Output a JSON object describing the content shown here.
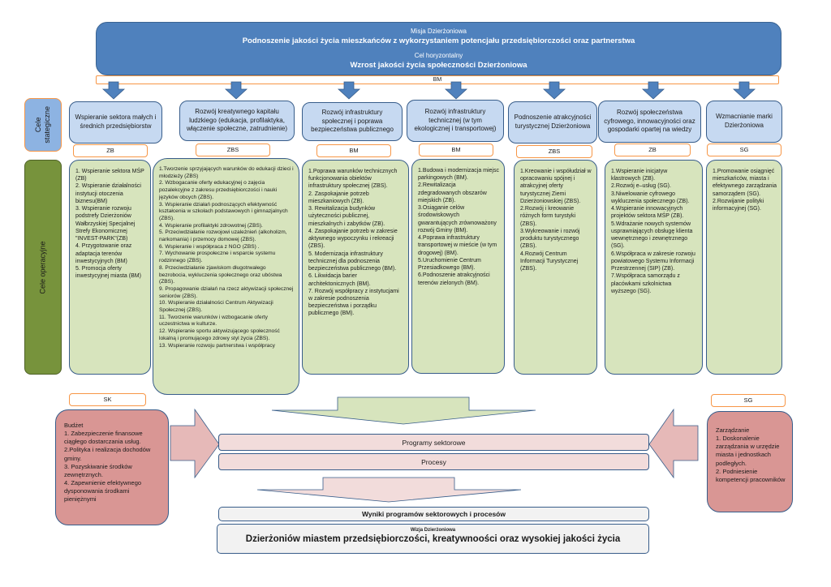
{
  "mission": {
    "label": "Misja Dzierżoniowa",
    "text": "Podnoszenie jakości życia  mieszkańców z wykorzystaniem potencjału przedsiębiorczości oraz partnerstwa",
    "horizontal_label": "Cel horyzontalny",
    "horizontal_text": "Wzrost jakości życia społeczności Dzierżoniowa"
  },
  "mission_tag": "BM",
  "side_labels": {
    "strategic": "Cele\nstategiczne",
    "operational": "Cele operacyjne"
  },
  "strategic_goals": [
    {
      "title": "Wspieranie sektora małych i średnich przedsiębiorstw",
      "tag": "ZB"
    },
    {
      "title": "Rozwój kreatywnego kapitału ludzkiego (edukacja, profilaktyka, włączenie społeczne, zatrudnienie)",
      "tag": "ZBS"
    },
    {
      "title": "Rozwój infrastruktury społecznej i poprawa bezpieczeństwa publicznego",
      "tag": "BM"
    },
    {
      "title": "Rozwój infrastruktury technicznej (w tym ekologicznej i transportowej)",
      "tag": "BM"
    },
    {
      "title": "Podnoszenie atrakcyjności turystycznej Dzierżoniowa",
      "tag": "ZBS"
    },
    {
      "title": "Rozwój społeczeństwa cyfrowego, innowacyjności oraz gospodarki opartej na wiedzy",
      "tag": "ZB"
    },
    {
      "title": "Wzmacnianie marki Dzierżoniowa",
      "tag": "SG"
    }
  ],
  "operational_goals": [
    "1. Wspieranie sektora MŚP (ZB)\n2. Wspieranie działalności instytucji otoczenia biznesu(BM)\n3. Wspieranie rozwoju podstrefy Dzierżoniów Wałbrzyskiej Specjalnej Strefy Ekonomicznej \"INVEST-PARK\"(ZB)\n4. Przygotowanie oraz adaptacja terenów inwestycyjnych (BM)\n5. Promocja oferty inwestycyjnej miasta (BM)",
    "1.Tworzenie sprzyjających warunków do edukacji dzieci i młodzieży (ZBS)\n2. Wzbogacanie oferty edukacyjnej o zajęcia pozalekcyjne z zakresu przedsiębiorczości i nauki języków obcych (ZBS).\n3. Wspieranie działań podnoszących efektywność kształcenia w szkołach podstawowych i gimnazjalnych (ZBS).\n4.  Wspieranie profilaktyki zdrowotnej (ZBS).\n5. Przeciwdziałanie rozwojowi uzależnień (alkoholizm, narkomania) i przemocy domowej (ZBS).\n6. Wspieranie i współpraca z NGO (ZBS) .\n7. Wychowanie prospołeczne i wsparcie systemu rodzinnego (ZBS).\n8. Przeciwdziałanie zjawiskom długotrwałego bezrobocia, wykluczenia społecznego oraz ubóstwa (ZBS).\n9. Propagowanie działań na rzecz aktywizacji społecznej seniorów (ZBS).\n10. Wspieranie działalności Centrum Aktywizacji Społecznej (ZBS).\n11. Tworzenie warunków i wzbogacanie oferty uczestnictwa w kulturze.\n12. Wspieranie sportu aktywizującego społeczność lokalną i promującego zdrowy styl życia (ZBS).\n13. Wspieranie rozwoju partnerstwa i współpracy",
    "1.Poprawa warunków technicznych funkcjonowania obiektów infrastruktury społecznej (ZBS).\n2. Zaspokajanie potrzeb mieszkaniowych (ZB).\n3. Rewitalizacja budynków użyteczności publicznej, mieszkalnych i zabytków (ZB).\n4. Zaspokajanie potrzeb w zakresie aktywnego wypoczynku i rekreacji (ZBS).\n5. Modernizacja infrastruktury technicznej dla podnoszenia bezpieczeństwa publicznego (BM).\n6. Likwidacja barier architektonicznych (BM).\n7. Rozwój współpracy z instytucjami w zakresie podnoszenia bezpieczeństwa i porządku publicznego (BM).",
    "1.Budowa i modernizacja miejsc parkingowych (BM).\n2.Rewitalizacja zdegradowanych obszarów miejskich (ZB).\n3.Osiąganie celów środowiskowych gwarantujących zrównoważony rozwój Gminy (BM).\n4.Poprawa infrastruktury transportowej w mieście (w tym drogowej) (BM).\n5.Uruchomienie Centrum Przesiadkowego (BM).\n6.Podnoszenie atrakcyjności terenów zielonych (BM).",
    "1.Kreowanie i współudział w opracowaniu spójnej i atrakcyjnej oferty turystycznej Ziemi Dzierżoniowskiej (ZBS).\n2.Rozwój i kreowanie różnych form turystyki (ZBS).\n3.Wykreowanie i rozwój produktu turystycznego (ZBS).\n4.Rozwój Centrum Informacji Turystycznej (ZBS).",
    "1.Wspieranie inicjatyw klastrowych (ZB).\n2.Rozwój e–usług (SG).\n3.Niwelowanie cyfrowego wykluczenia społecznego (ZB).\n4.Wspieranie innowacyjnych projektów sektora MŚP (ZB).\n5.Wdrażanie nowych systemów usprawniających obsługę klienta wewnętrznego i zewnętrznego (SG).\n6.Współpraca w zakresie rozwoju powiatowego Systemu Informacji Przestrzennej (SIP) (ZB).\n7.Współpraca samorządu z placówkami szkolnictwa wyższego (SG).",
    "1.Promowanie osiągnięć mieszkańców, miasta i efektywnego zarządzania samorządem (SG).\n2.Rozwijanie polityki informacyjnej (SG)."
  ],
  "budget": {
    "tag": "SK",
    "text": "Budżet\n1. Zabezpieczenie finansowe ciągłego dostarczania usług.\n2.Polityka i realizacja dochodów gminy.\n3. Pozyskiwanie środków zewnętrznych.\n4.  Zapewnienie efektywnego dysponowania środkami pieniężnymi"
  },
  "management": {
    "tag": "SG",
    "text": "Zarządzanie\n1. Doskonalenie zarządzania w urzędzie miasta i jednostkach podległych.\n2. Podniesienie kompetencji pracowników"
  },
  "programs": "Programy sektorowe",
  "processes": "Procesy",
  "results": "Wyniki programów sektorowych i procesów",
  "vision": {
    "label": "Wizja Dzierżoniowa",
    "text": "Dzierżoniów miastem przedsiębiorczości, kreatywnoości oraz wysokiej jakości życia"
  },
  "colors": {
    "mission_blue": "#4f81bd",
    "strategic_blue": "#c6d9f1",
    "operational_green": "#d7e4bd",
    "side_green": "#77933c",
    "tag_orange": "#f79646",
    "red_box": "#d99694",
    "pink_bar": "#f2dcdb"
  }
}
